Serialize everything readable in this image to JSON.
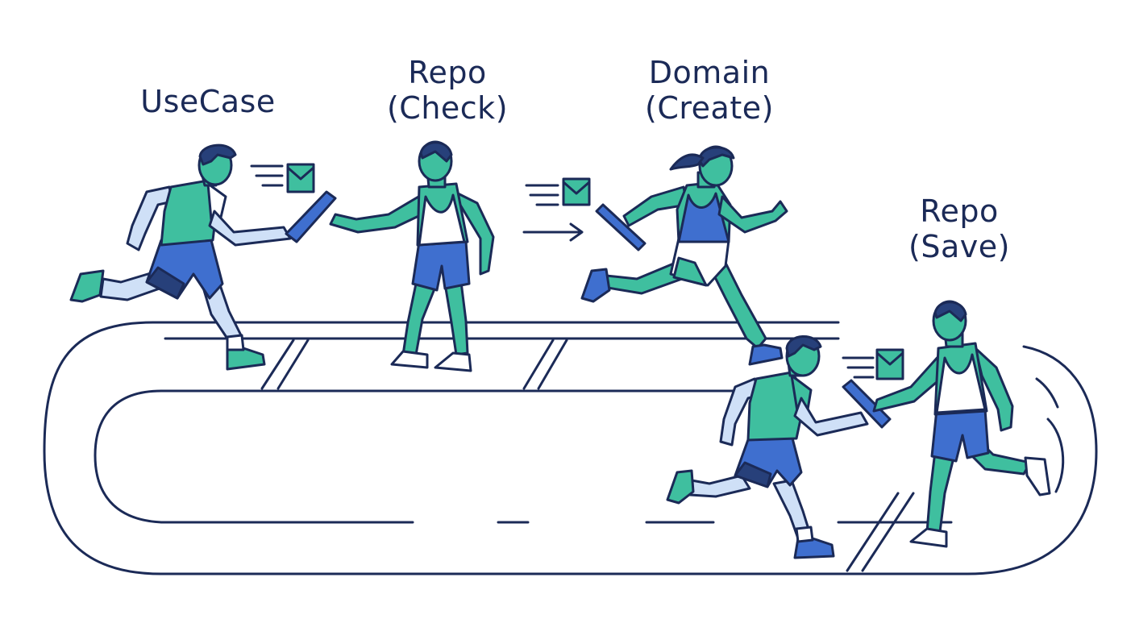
{
  "stages": [
    {
      "line1": "UseCase",
      "line2": ""
    },
    {
      "line1": "Repo",
      "line2": "(Check)"
    },
    {
      "line1": "Domain",
      "line2": "(Create)"
    },
    {
      "line1": "Repo",
      "line2": "(Save)"
    }
  ],
  "colors": {
    "ink": "#1b2a57",
    "teal": "#3fbf9f",
    "blue": "#3f6fcf",
    "navy": "#27407a",
    "light_blue": "#cfe0f7",
    "white": "#ffffff"
  },
  "icons": [
    "envelope-icon",
    "baton-icon",
    "arrow-right-icon",
    "speed-lines-icon"
  ]
}
